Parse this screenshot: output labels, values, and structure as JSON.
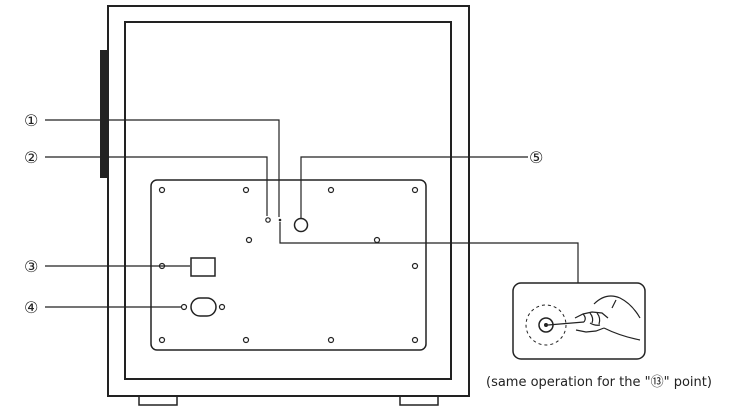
{
  "callouts": [
    {
      "id": "1",
      "label": "①"
    },
    {
      "id": "2",
      "label": "②"
    },
    {
      "id": "3",
      "label": "③"
    },
    {
      "id": "4",
      "label": "④"
    },
    {
      "id": "5",
      "label": "⑤"
    }
  ],
  "caption": "(same operation for the \"⑬\" point)",
  "colors": {
    "line": "#222222",
    "background": "#ffffff"
  },
  "icons": {
    "detail": "hand-with-pin-icon"
  }
}
